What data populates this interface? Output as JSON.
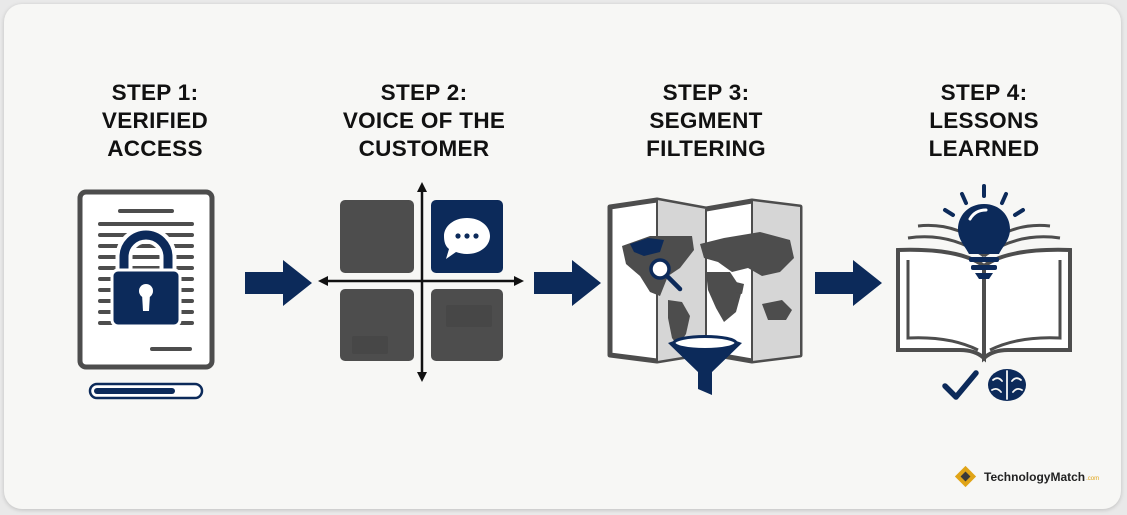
{
  "steps": [
    {
      "lines": [
        "STEP 1:",
        "VERIFIED",
        "ACCESS"
      ]
    },
    {
      "lines": [
        "STEP 2:",
        "VOICE OF THE",
        "CUSTOMER"
      ]
    },
    {
      "lines": [
        "STEP 3:",
        "SEGMENT",
        "FILTERING"
      ]
    },
    {
      "lines": [
        "STEP 4:",
        "LESSONS",
        "LEARNED"
      ]
    }
  ],
  "icons": {
    "step1": [
      "document-icon",
      "padlock-icon",
      "progress-bar"
    ],
    "step2": [
      "quadrant-grid-icon",
      "chat-bubble-icon"
    ],
    "step3": [
      "world-map-icon",
      "magnifier-icon",
      "funnel-icon"
    ],
    "step4": [
      "open-book-icon",
      "lightbulb-icon",
      "checkmark-icon",
      "brain-icon"
    ]
  },
  "progress": {
    "fraction": 0.78
  },
  "brand": {
    "name": "TechnologyMatch",
    "tld": ".com"
  },
  "colors": {
    "navy": "#0c2a5a",
    "gray": "#4d4d4d",
    "light_gray": "#d9d9d9",
    "gold": "#e0a417",
    "text": "#111111"
  }
}
